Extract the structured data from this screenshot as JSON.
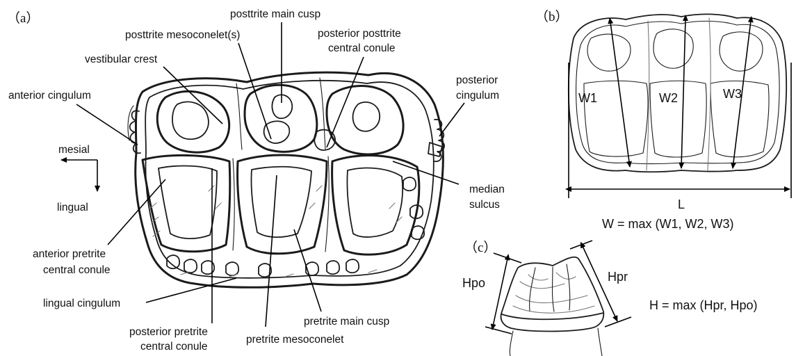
{
  "panels": {
    "a": "（a）",
    "b": "（b）",
    "c": "（c）"
  },
  "panel_a": {
    "labels": {
      "posttrite_main_cusp": "posttrite main cusp",
      "posttrite_mesoconelets": "posttrite mesoconelet(s)",
      "posterior_posttrite_line1": "posterior posttrite",
      "posterior_posttrite_line2": "central conule",
      "vestibular_crest": "vestibular crest",
      "anterior_cingulum": "anterior cingulum",
      "posterior_cingulum_line1": "posterior",
      "posterior_cingulum_line2": "cingulum",
      "mesial": "mesial",
      "lingual": "lingual",
      "median_sulcus_line1": "median",
      "median_sulcus_line2": "sulcus",
      "anterior_pretrite_line1": "anterior pretrite",
      "anterior_pretrite_line2": "central conule",
      "lingual_cingulum": "lingual cingulum",
      "posterior_pretrite_line1": "posterior pretrite",
      "posterior_pretrite_line2": "central conule",
      "pretrite_mesoconelet": "pretrite mesoconelet",
      "pretrite_main_cusp": "pretrite main cusp"
    }
  },
  "panel_b": {
    "w1": "W1",
    "w2": "W2",
    "w3": "W3",
    "l": "L",
    "formula": "W = max (W1, W2, W3)"
  },
  "panel_c": {
    "hpo": "Hpo",
    "hpr": "Hpr",
    "formula": "H = max (Hpr, Hpo)"
  }
}
